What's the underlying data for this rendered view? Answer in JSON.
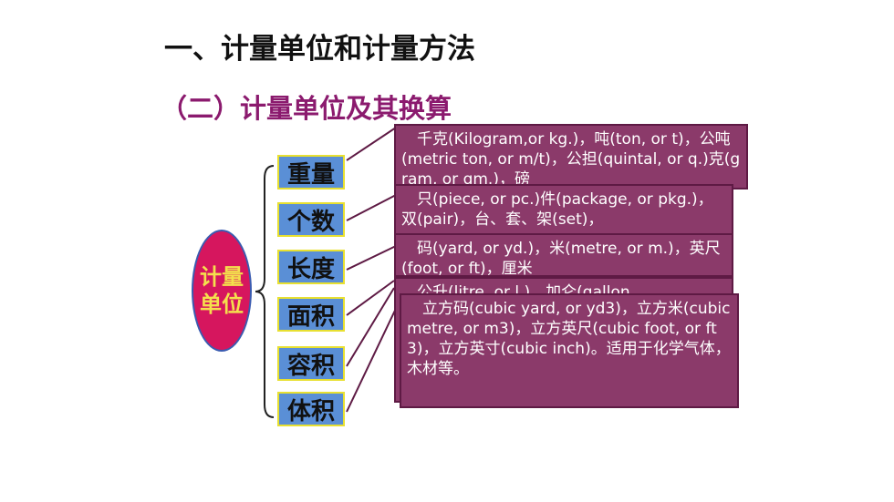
{
  "title": "一、计量单位和计量方法",
  "subtitle": "（二）计量单位及其换算",
  "center_label": "计量单位",
  "categories": [
    {
      "label": "重量",
      "desc": "　千克(Kilogram,or kg.)，吨(ton, or t)，公吨(metric ton, or m/t)，公担(quintal, or q.)克(gram, or gm.)，磅"
    },
    {
      "label": "个数",
      "desc": "　只(piece, or pc.)件(package, or pkg.)，双(pair)，台、套、架(set)，"
    },
    {
      "label": "长度",
      "desc": "　码(yard, or yd.)，米(metre, or m.)，英尺(foot, or ft)，厘米"
    },
    {
      "label": "面积",
      "desc": "　公升(litre, or l.)，加仑(gallon"
    },
    {
      "label": "容积",
      "desc": ""
    },
    {
      "label": "体积",
      "desc": "　立方码(cubic yard, or yd3)，立方米(cubic metre, or m3)，立方英尺(cubic foot, or ft3)，立方英寸(cubic inch)。适用于化学气体，木材等。"
    }
  ]
}
